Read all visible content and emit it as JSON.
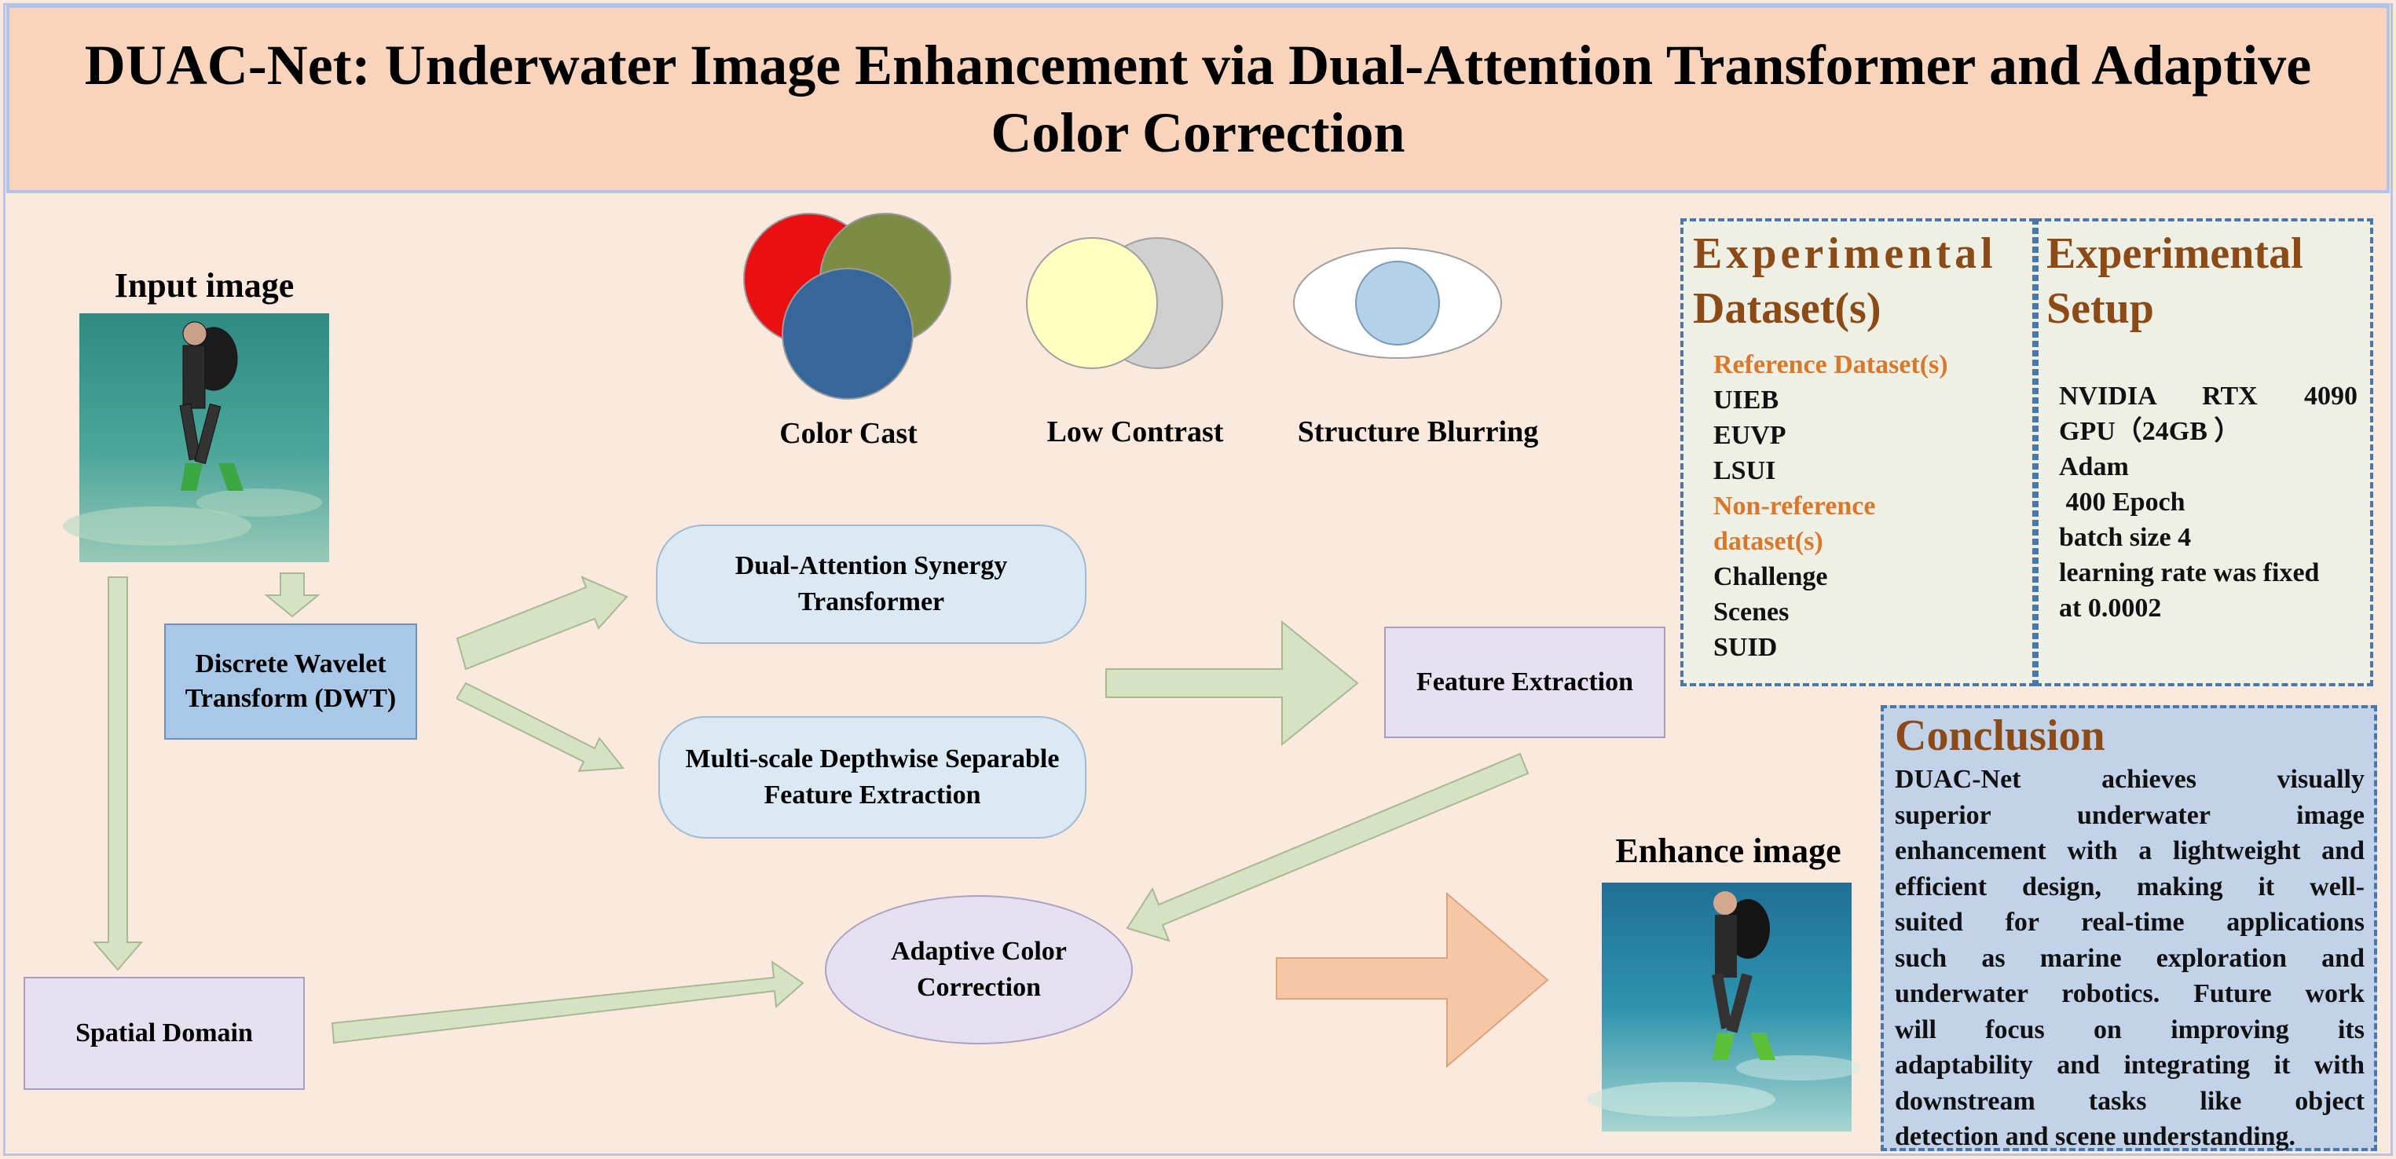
{
  "title": "DUAC-Net: Underwater Image Enhancement via Dual-Attention Transformer and Adaptive Color Correction",
  "degradations": {
    "color_cast": "Color Cast",
    "low_contrast": "Low Contrast",
    "structure_blurring": "Structure Blurring"
  },
  "input_image_label": "Input image",
  "enhance_image_label": "Enhance image",
  "nodes": {
    "dwt": "Discrete Wavelet Transform (DWT)",
    "dual_attention": "Dual-Attention Synergy Transformer",
    "multiscale": "Multi-scale Depthwise Separable Feature Extraction",
    "feature_extraction": "Feature Extraction",
    "spatial_domain": "Spatial Domain",
    "adaptive_color": "Adaptive Color Correction"
  },
  "datasets_panel": {
    "heading_line1": "Experimental",
    "heading_line2": "Dataset(s)",
    "reference_label": "Reference Dataset(s)",
    "reference": [
      "UIEB",
      "EUVP",
      "LSUI"
    ],
    "nonreference_label_line1": "Non-reference",
    "nonreference_label_line2": "dataset(s)",
    "nonreference": [
      "Challenge",
      "Scenes",
      "SUID"
    ]
  },
  "setup_panel": {
    "heading_line1": "Experimental",
    "heading_line2": "Setup",
    "lines": [
      "NVIDIA RTX 4090",
      "GPU（24GB ）",
      "Adam",
      " 400 Epoch",
      "batch size 4",
      "learning rate was fixed",
      "at 0.0002"
    ]
  },
  "conclusion": {
    "heading": "Conclusion",
    "lines": [
      "DUAC-Net achieves visually",
      "superior underwater image",
      "enhancement with a lightweight and",
      "efficient design, making it well-",
      "suited for real-time applications",
      "such as marine exploration and",
      "underwater robotics. Future work",
      "will focus on improving its",
      "adaptability and integrating it with",
      "downstream tasks like object",
      "detection and scene understanding."
    ]
  },
  "colors": {
    "background": "#fbe9dd",
    "title_band": "#f7d4bb",
    "green_arrow": "#d6e3c2",
    "orange_arrow": "#f7c6a4",
    "panel_heading": "#8b4a16",
    "accent_orange": "#d9782a",
    "circle_red": "#e81010",
    "circle_olive": "#7d8c45",
    "circle_blue": "#36679a"
  }
}
